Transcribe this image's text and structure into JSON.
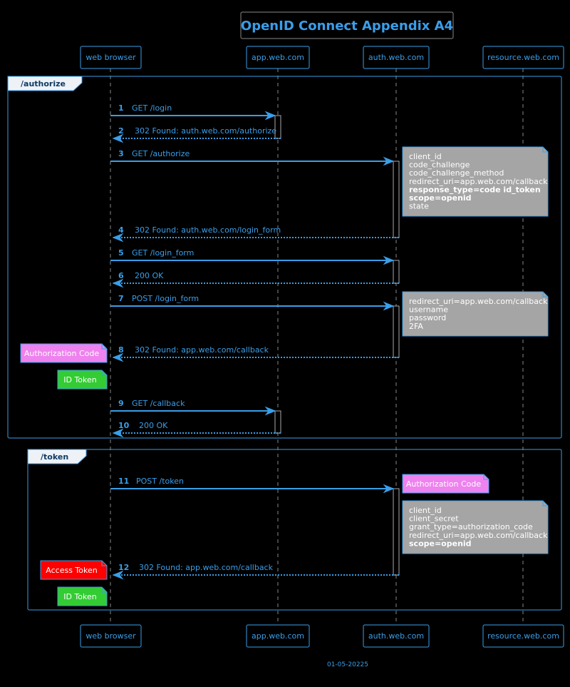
{
  "diagram": {
    "title": "OpenID Connect Appendix A4",
    "footer_date": "01-05-20225",
    "colors": {
      "accent": "#3a9ee8",
      "note_gray": "#a5a5a5",
      "note_pink": "#ee82ee",
      "note_green": "#33cc33",
      "note_red": "#ff0000",
      "group_tab": "#eef2f7"
    },
    "participants": [
      {
        "id": "browser",
        "label": "web browser"
      },
      {
        "id": "app",
        "label": "app.web.com"
      },
      {
        "id": "auth",
        "label": "auth.web.com"
      },
      {
        "id": "resource",
        "label": "resource.web.com"
      }
    ],
    "groups": [
      {
        "label": "/authorize"
      },
      {
        "label": "/token"
      }
    ],
    "messages": [
      {
        "num": "1",
        "label": "GET /login",
        "from": "browser",
        "to": "app",
        "dashed": false
      },
      {
        "num": "2",
        "label": "302 Found: auth.web.com/authorize",
        "from": "app",
        "to": "browser",
        "dashed": true
      },
      {
        "num": "3",
        "label": "GET /authorize",
        "from": "browser",
        "to": "auth",
        "dashed": false
      },
      {
        "num": "4",
        "label": "302 Found: auth.web.com/login_form",
        "from": "auth",
        "to": "browser",
        "dashed": true
      },
      {
        "num": "5",
        "label": "GET /login_form",
        "from": "browser",
        "to": "auth",
        "dashed": false
      },
      {
        "num": "6",
        "label": "200 OK",
        "from": "auth",
        "to": "browser",
        "dashed": true
      },
      {
        "num": "7",
        "label": "POST /login_form",
        "from": "browser",
        "to": "auth",
        "dashed": false
      },
      {
        "num": "8",
        "label": "302 Found: app.web.com/callback",
        "from": "auth",
        "to": "browser",
        "dashed": true
      },
      {
        "num": "9",
        "label": "GET /callback",
        "from": "browser",
        "to": "app",
        "dashed": false
      },
      {
        "num": "10",
        "label": "200 OK",
        "from": "app",
        "to": "browser",
        "dashed": true
      },
      {
        "num": "11",
        "label": "POST /token",
        "from": "browser",
        "to": "auth",
        "dashed": false
      },
      {
        "num": "12",
        "label": "302 Found: app.web.com/callback",
        "from": "auth",
        "to": "browser",
        "dashed": true
      }
    ],
    "notes": [
      {
        "color": "note_gray",
        "lines": [
          {
            "text": "client_id",
            "bold": false
          },
          {
            "text": "code_challenge",
            "bold": false
          },
          {
            "text": "code_challenge_method",
            "bold": false
          },
          {
            "text": "redirect_uri=app.web.com/callback",
            "bold": false
          },
          {
            "text": "response_type=code id_token",
            "bold": true
          },
          {
            "text": "scope=openid",
            "bold": true
          },
          {
            "text": "state",
            "bold": false
          }
        ]
      },
      {
        "color": "note_gray",
        "lines": [
          {
            "text": "redirect_uri=app.web.com/callback",
            "bold": false
          },
          {
            "text": "username",
            "bold": false
          },
          {
            "text": "password",
            "bold": false
          },
          {
            "text": "2FA",
            "bold": false
          }
        ]
      },
      {
        "color": "note_pink",
        "lines": [
          {
            "text": "Authorization Code",
            "bold": false
          }
        ]
      },
      {
        "color": "note_green",
        "lines": [
          {
            "text": "ID Token",
            "bold": false
          }
        ]
      },
      {
        "color": "note_pink",
        "lines": [
          {
            "text": "Authorization Code",
            "bold": false
          }
        ]
      },
      {
        "color": "note_gray",
        "lines": [
          {
            "text": "client_id",
            "bold": false
          },
          {
            "text": "client_secret",
            "bold": false
          },
          {
            "text": "grant_type=authorization_code",
            "bold": false
          },
          {
            "text": "redirect_uri=app.web.com/callback",
            "bold": false
          },
          {
            "text": "scope=openid",
            "bold": true
          }
        ]
      },
      {
        "color": "note_red",
        "lines": [
          {
            "text": "Access Token",
            "bold": false
          }
        ]
      },
      {
        "color": "note_green",
        "lines": [
          {
            "text": "ID Token",
            "bold": false
          }
        ]
      }
    ]
  }
}
